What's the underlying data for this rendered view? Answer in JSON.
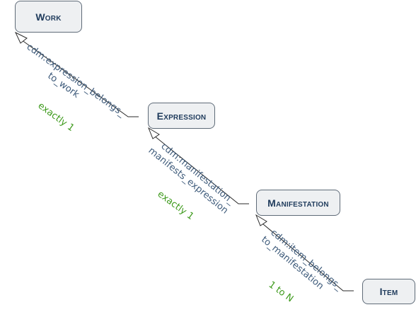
{
  "nodes": {
    "work": "Work",
    "expression": "Expression",
    "manifestation": "Manifestation",
    "item": "Item"
  },
  "edges": {
    "expression_to_work": {
      "line1": "cdm:expression_belongs_",
      "line2": "to_work",
      "cardinality": "exactly 1"
    },
    "manifestation_to_expression": {
      "line1": "cdm:manifestation_",
      "line2": "manifests_expression",
      "cardinality": "exactly 1"
    },
    "item_to_manifestation": {
      "line1": "cdm:item_belongs_",
      "line2": "to_manifestation",
      "cardinality": "1 to N"
    }
  },
  "colors": {
    "node_fill": "#eef0f2",
    "node_border": "#5f6b78",
    "node_text": "#1f3b5c",
    "edge_label": "#3d5a7a",
    "cardinality": "#3e9a1c"
  }
}
